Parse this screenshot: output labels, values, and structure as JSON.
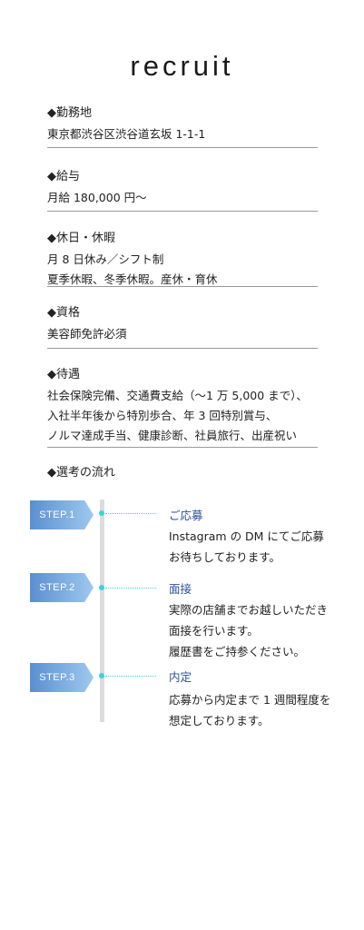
{
  "page": {
    "title": "recruit"
  },
  "sections": [
    {
      "heading": "◆勤務地",
      "lines": [
        "東京都渋谷区渋谷道玄坂 1-1-1"
      ]
    },
    {
      "heading": "◆給与",
      "lines": [
        "月給 180,000 円〜"
      ]
    },
    {
      "heading": "◆休日・休暇",
      "lines": [
        "月 8 日休み／シフト制",
        "夏季休暇、冬季休暇。産休・育休"
      ]
    },
    {
      "heading": "◆資格",
      "lines": [
        "美容師免許必須"
      ]
    },
    {
      "heading": "◆待遇",
      "lines": [
        "社会保険完備、交通費支給（〜1 万 5,000 まで）、",
        "入社半年後から特別歩合、年 3 回特別賞与、",
        "ノルマ達成手当、健康診断、社員旅行、出産祝い"
      ]
    }
  ],
  "flow": {
    "heading": "◆選考の流れ",
    "steps": [
      {
        "label": "STEP.1",
        "title": "ご応募",
        "lines": [
          "Instagram の DM にてご応募",
          "お待ちしております。"
        ]
      },
      {
        "label": "STEP.2",
        "title": "面接",
        "lines": [
          "実際の店舗までお越しいただき",
          "面接を行います。",
          "履歴書をご持参ください。"
        ]
      },
      {
        "label": "STEP.3",
        "title": "内定",
        "lines": [
          "応募から内定まで 1 週間程度を",
          "想定しております。"
        ]
      }
    ],
    "colors": {
      "step_start": "#5a8fd0",
      "step_end": "#9ec8ee",
      "accent": "#3fd0d8",
      "step_title": "#2b4f9a"
    }
  }
}
